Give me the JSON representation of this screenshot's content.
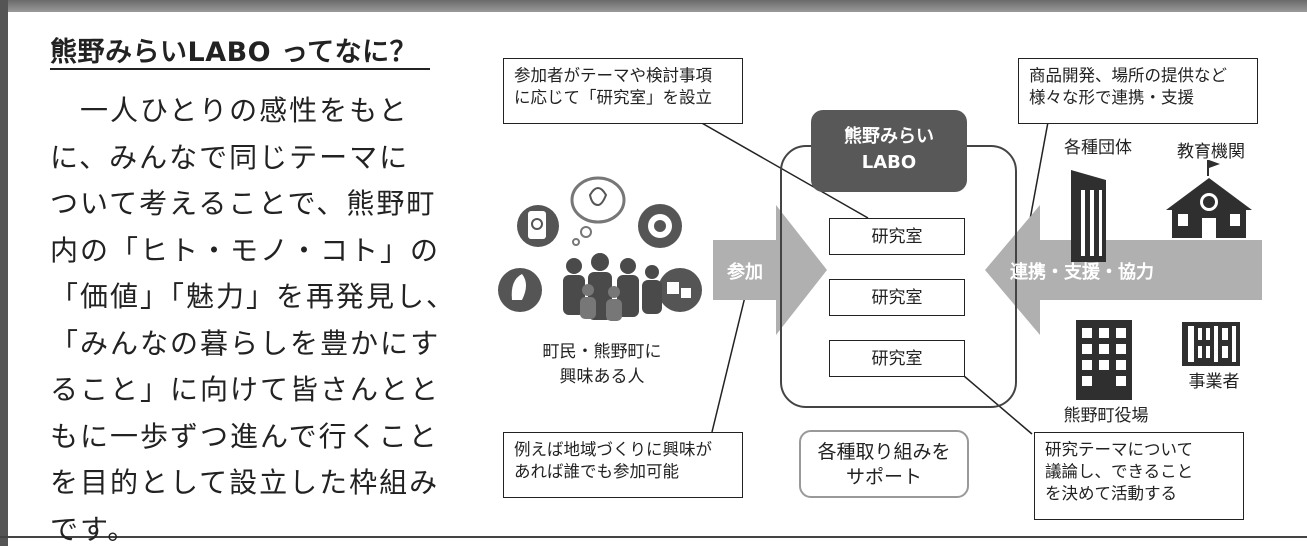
{
  "heading": "熊野みらいLABO ってなに？",
  "body_lines": [
    "　一人ひとりの感性をもと",
    "に、みんなで同じテーマに",
    "ついて考えることで、熊野町",
    "内の「ヒト・モノ・コト」の",
    "「価値」「魅力」を再発見し、",
    "「みんなの暮らしを豊かにす",
    "ること」に向けて皆さんとと",
    "もに一歩ずつ進んで行くこと",
    "を目的として設立した枠組み",
    "です。"
  ],
  "callouts": {
    "top_left": [
      "参加者がテーマや検討事項",
      "に応じて「研究室」を設立"
    ],
    "top_right": [
      "商品開発、場所の提供など",
      "様々な形で連携・支援"
    ],
    "bottom_left": [
      "例えば地域づくりに興味が",
      "あれば誰でも参加可能"
    ],
    "bottom_right": [
      "研究テーマについて",
      "議論し、できること",
      "を決めて活動する"
    ]
  },
  "labo_title": [
    "熊野みらい",
    "LABO"
  ],
  "labs": [
    "研究室",
    "研究室",
    "研究室"
  ],
  "arrows": {
    "join": "参加",
    "support": "連携・支援・協力"
  },
  "people_caption": [
    "町民・熊野町に",
    "興味ある人"
  ],
  "support_box": [
    "各種取り組みを",
    "サポート"
  ],
  "orgs": {
    "groups": "各種団体",
    "education": "教育機関",
    "town_office": "熊野町役場",
    "businesses": "事業者"
  },
  "colors": {
    "arrow_gray": "#b0b0b0",
    "labo_dark": "#585858",
    "icon_dark": "#3a3a3a"
  }
}
